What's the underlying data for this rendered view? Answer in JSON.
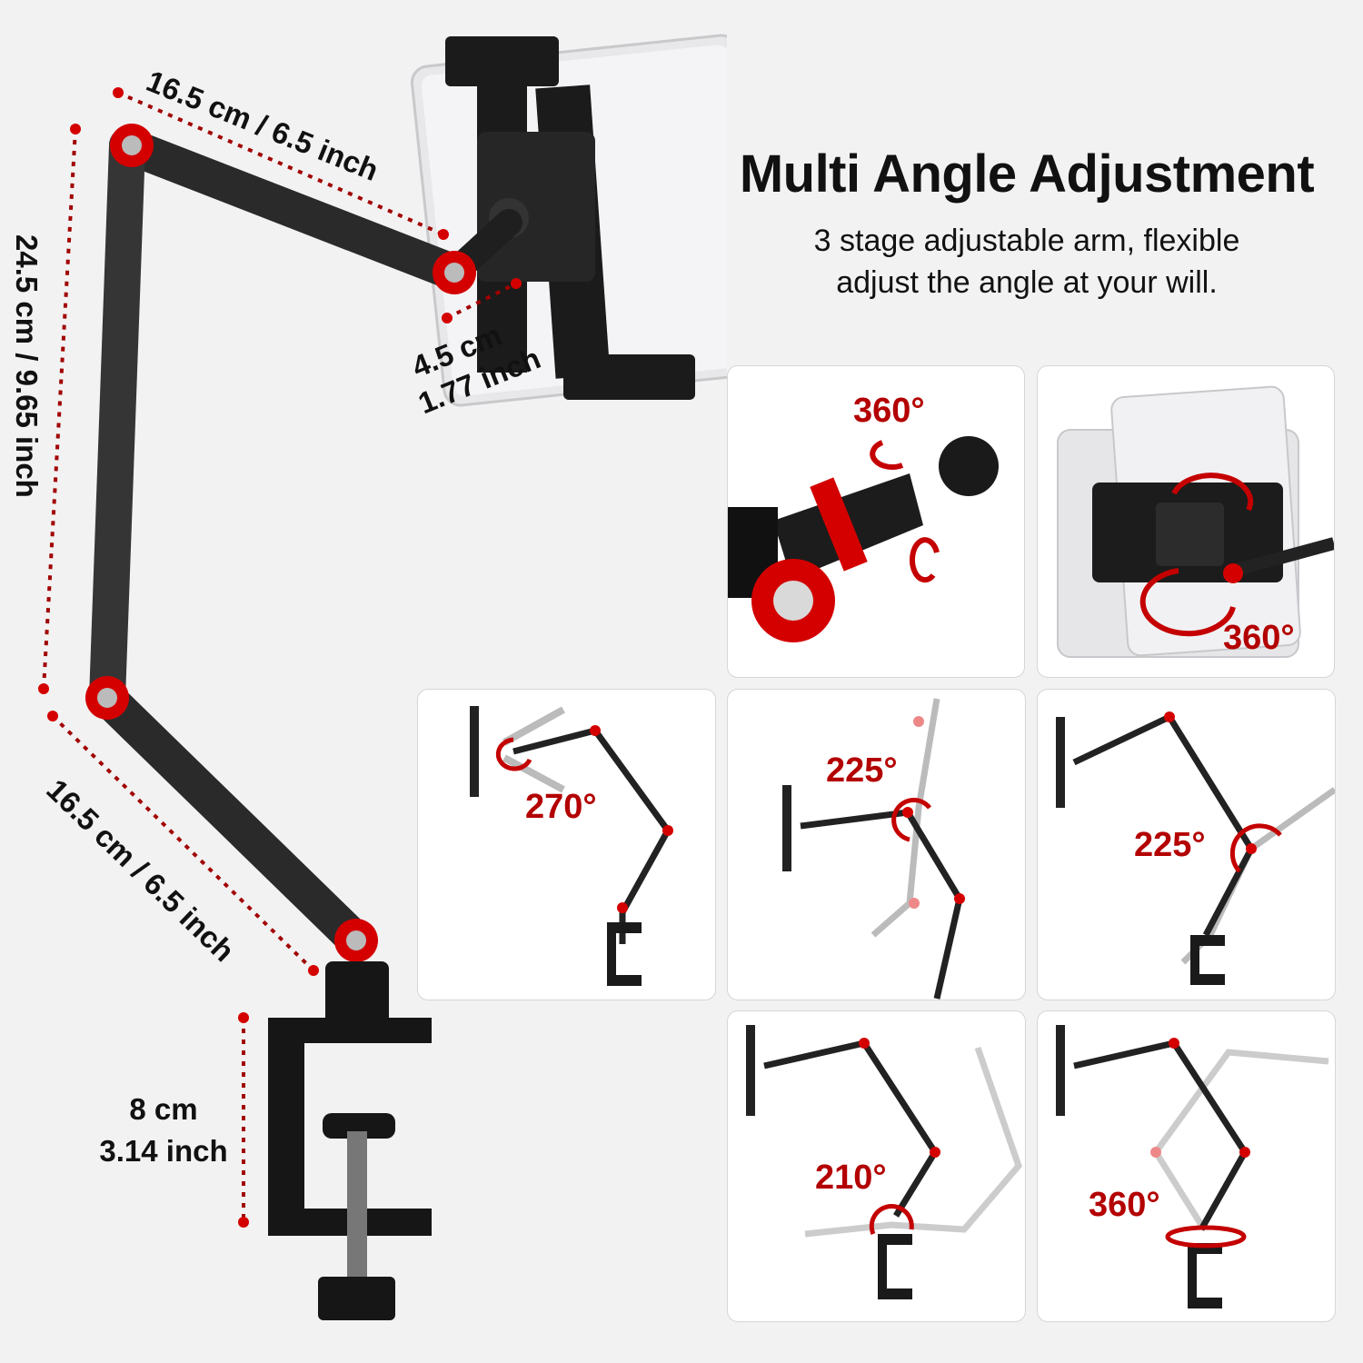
{
  "heading": {
    "title": "Multi Angle Adjustment",
    "subtitle_line1": "3 stage adjustable arm, flexible",
    "subtitle_line2": "adjust the angle at your will."
  },
  "dimensions": {
    "top_arm": "16.5 cm / 6.5 inch",
    "vertical_arm": "24.5 cm / 9.65 inch",
    "lower_arm": "16.5 cm / 6.5 inch",
    "holder_line1": "4.5 cm",
    "holder_line2": "1.77 inch",
    "clamp_line1": "8 cm",
    "clamp_line2": "3.14 inch"
  },
  "angles": {
    "ball_joint": "360°",
    "holder_rotation": "360°",
    "pose1": "270°",
    "pose2": "225°",
    "pose3": "225°",
    "pose4": "210°",
    "pose5": "360°"
  },
  "colors": {
    "accent_red": "#d40000",
    "angle_text": "#b30000",
    "arm_dark": "#2a2a2a",
    "background": "#f2f2f2"
  }
}
